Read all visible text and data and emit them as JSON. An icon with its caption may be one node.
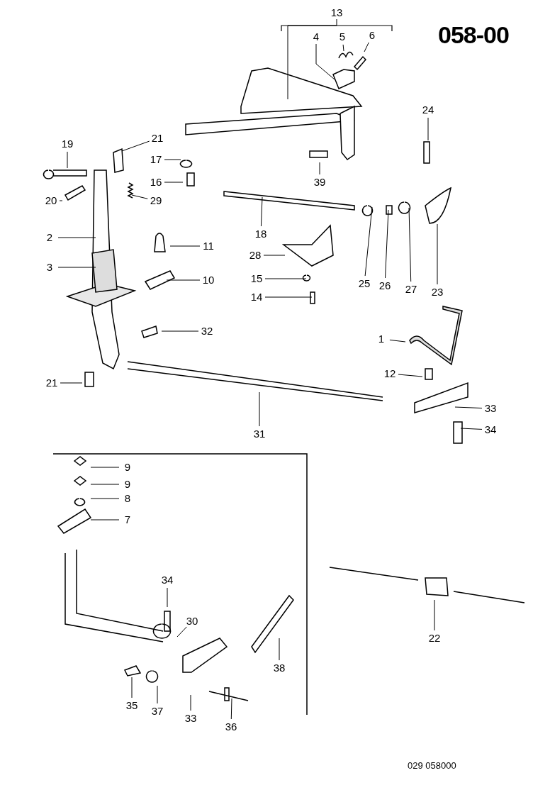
{
  "diagram": {
    "title": "058-00",
    "caption": "029 058000",
    "nodes": [
      {
        "text": [
          "13"
        ]
      },
      {
        "text": [
          "4"
        ]
      },
      {
        "text": [
          "5"
        ]
      },
      {
        "text": [
          "6"
        ]
      },
      {
        "text": [
          "24"
        ]
      },
      {
        "text": [
          "21"
        ]
      },
      {
        "text": [
          "19"
        ]
      },
      {
        "text": [
          "17"
        ]
      },
      {
        "text": [
          "16"
        ]
      },
      {
        "text": [
          "39"
        ]
      },
      {
        "text": [
          "29"
        ]
      },
      {
        "text": [
          "20"
        ]
      },
      {
        "text": [
          "18"
        ]
      },
      {
        "text": [
          "2"
        ]
      },
      {
        "text": [
          "11"
        ]
      },
      {
        "text": [
          "28"
        ]
      },
      {
        "text": [
          "3"
        ]
      },
      {
        "text": [
          "10"
        ]
      },
      {
        "text": [
          "15"
        ]
      },
      {
        "text": [
          "25"
        ]
      },
      {
        "text": [
          "26"
        ]
      },
      {
        "text": [
          "27"
        ]
      },
      {
        "text": [
          "23"
        ]
      },
      {
        "text": [
          "14"
        ]
      },
      {
        "text": [
          "32"
        ]
      },
      {
        "text": [
          "1"
        ]
      },
      {
        "text": [
          "21"
        ]
      },
      {
        "text": [
          "12"
        ]
      },
      {
        "text": [
          "33"
        ]
      },
      {
        "text": [
          "31"
        ]
      },
      {
        "text": [
          "34"
        ]
      },
      {
        "text": [
          "9"
        ]
      },
      {
        "text": [
          "9"
        ]
      },
      {
        "text": [
          "8"
        ]
      },
      {
        "text": [
          "7"
        ]
      },
      {
        "text": [
          "34"
        ]
      },
      {
        "text": [
          "30"
        ]
      },
      {
        "text": [
          "22"
        ]
      },
      {
        "text": [
          "38"
        ]
      },
      {
        "text": [
          "35"
        ]
      },
      {
        "text": [
          "37"
        ]
      },
      {
        "text": [
          "33"
        ]
      },
      {
        "text": [
          "36"
        ]
      }
    ],
    "edges": [
      {
        "from": 0,
        "to": null,
        "arrow": "none"
      },
      {
        "from": 1,
        "to": null,
        "arrow": "none"
      },
      {
        "from": 2,
        "to": null,
        "arrow": "none"
      },
      {
        "from": 3,
        "to": null,
        "arrow": "none"
      },
      {
        "from": 4,
        "to": null,
        "arrow": "none"
      },
      {
        "from": 5,
        "to": null,
        "arrow": "none"
      },
      {
        "from": 6,
        "to": null,
        "arrow": "none"
      },
      {
        "from": 7,
        "to": null,
        "arrow": "none"
      },
      {
        "from": 8,
        "to": null,
        "arrow": "none"
      },
      {
        "from": 9,
        "to": null,
        "arrow": "none"
      },
      {
        "from": 10,
        "to": null,
        "arrow": "none"
      },
      {
        "from": 11,
        "to": null,
        "arrow": "none"
      },
      {
        "from": 12,
        "to": null,
        "arrow": "none"
      },
      {
        "from": 13,
        "to": null,
        "arrow": "none"
      },
      {
        "from": 14,
        "to": null,
        "arrow": "none"
      },
      {
        "from": 15,
        "to": null,
        "arrow": "none"
      },
      {
        "from": 16,
        "to": null,
        "arrow": "none"
      },
      {
        "from": 17,
        "to": null,
        "arrow": "none"
      },
      {
        "from": 18,
        "to": null,
        "arrow": "none"
      },
      {
        "from": 19,
        "to": null,
        "arrow": "none"
      },
      {
        "from": 20,
        "to": null,
        "arrow": "none"
      },
      {
        "from": 21,
        "to": null,
        "arrow": "none"
      },
      {
        "from": 22,
        "to": null,
        "arrow": "none"
      },
      {
        "from": 23,
        "to": null,
        "arrow": "none"
      },
      {
        "from": 24,
        "to": null,
        "arrow": "none"
      },
      {
        "from": 25,
        "to": null,
        "arrow": "none"
      },
      {
        "from": 26,
        "to": null,
        "arrow": "none"
      },
      {
        "from": 27,
        "to": null,
        "arrow": "none"
      },
      {
        "from": 28,
        "to": null,
        "arrow": "none"
      },
      {
        "from": 29,
        "to": null,
        "arrow": "none"
      },
      {
        "from": 30,
        "to": null,
        "arrow": "none"
      },
      {
        "from": 31,
        "to": null,
        "arrow": "none"
      },
      {
        "from": 32,
        "to": null,
        "arrow": "none"
      },
      {
        "from": 33,
        "to": null,
        "arrow": "none"
      },
      {
        "from": 34,
        "to": null,
        "arrow": "none"
      },
      {
        "from": 35,
        "to": null,
        "arrow": "none"
      },
      {
        "from": 36,
        "to": null,
        "arrow": "none"
      },
      {
        "from": 37,
        "to": null,
        "arrow": "none"
      },
      {
        "from": 38,
        "to": null,
        "arrow": "none"
      },
      {
        "from": 39,
        "to": null,
        "arrow": "none"
      },
      {
        "from": 40,
        "to": null,
        "arrow": "none"
      },
      {
        "from": 41,
        "to": null,
        "arrow": "none"
      },
      {
        "from": 42,
        "to": null,
        "arrow": "none"
      }
    ]
  }
}
